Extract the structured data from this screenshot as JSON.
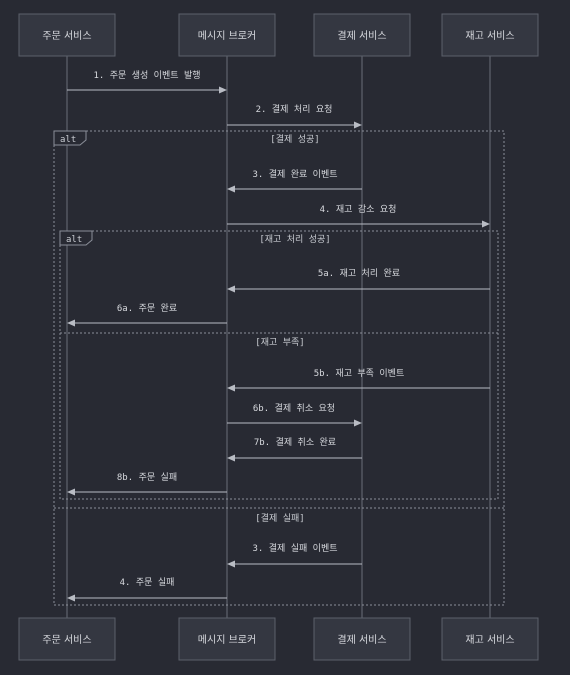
{
  "participants": {
    "order": "주문 서비스",
    "broker": "메시지 브로커",
    "payment": "결제 서비스",
    "inventory": "재고 서비스"
  },
  "messages": {
    "m1": "1. 주문 생성 이벤트 발행",
    "m2": "2. 결제 처리 요청",
    "m3s": "3. 결제 완료 이벤트",
    "m4s": "4. 재고 감소 요청",
    "m5a": "5a. 재고 처리 완료",
    "m6a": "6a. 주문 완료",
    "m5b": "5b. 재고 부족 이벤트",
    "m6b": "6b. 결제 취소 요청",
    "m7b": "7b. 결제 취소 완료",
    "m8b": "8b. 주문 실패",
    "m3f": "3. 결제 실패 이벤트",
    "m4f": "4. 주문 실패"
  },
  "fragments": {
    "outer_keyword": "alt",
    "outer_cond1": "[결제 성공]",
    "outer_cond2": "[결제 실패]",
    "inner_keyword": "alt",
    "inner_cond1": "[재고 처리 성공]",
    "inner_cond2": "[재고 부족]"
  },
  "colors": {
    "background": "#282a33",
    "box": "#343741",
    "line": "#b9bcc4"
  }
}
